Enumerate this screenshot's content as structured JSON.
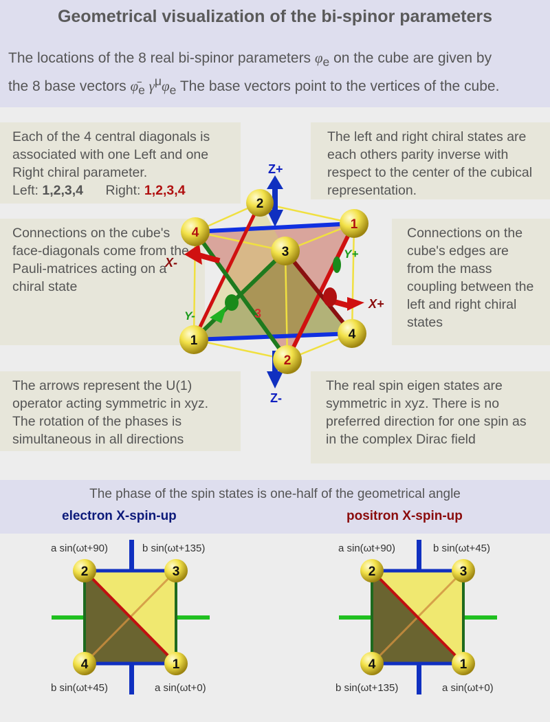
{
  "title": "Geometrical visualization of the bi-spinor parameters",
  "intro": {
    "line1_a": "The locations of the 8 real bi-spinor parameters ",
    "phi": "φ",
    "sub_e": "e",
    "line1_b": " on the cube are given by",
    "line2_a": "the 8 base vectors ",
    "phibar": "φ̄",
    "gamma": "γ",
    "mu": "μ",
    "line2_b": " The base vectors point to the vertices of the cube."
  },
  "boxes": {
    "diagonals": {
      "text": "Each of the 4 central diagonals is associated with one Left and one Right chiral parameter.",
      "left_label": "Left:",
      "left_values": "1,2,3,4",
      "right_label": "Right:",
      "right_values": "1,2,3,4"
    },
    "chiral": "The left and right chiral states are each others parity inverse with respect to the center of the cubical representation.",
    "face": "Connections on the cube's face-diagonals come from the Pauli-matrices acting on a chiral state",
    "edges": "Connections on the cube's edges are from the mass coupling between the left and right chiral states",
    "arrows": "The arrows represent the U(1) operator acting symmetric in xyz. The rotation of the phases is simultaneous in all directions",
    "real": "The real spin eigen states are symmetric in xyz. There is no preferred direction for one spin as in the complex Dirac field"
  },
  "cube": {
    "axes": {
      "zp": "Z+",
      "zm": "Z-",
      "xp": "X+",
      "xm": "X-",
      "yp": "Y+",
      "ym": "Y-"
    },
    "vertices": {
      "top_back": "2",
      "top_left": "4",
      "top_right": "1",
      "top_front": "3",
      "bottom_left": "1",
      "bottom_right": "4",
      "bottom_front": "2",
      "bottom_hidden": "3"
    }
  },
  "phase_caption": "The phase of the spin states is one-half of the geometrical angle",
  "electron": {
    "title": "electron X-spin-up",
    "nodes": [
      "2",
      "3",
      "4",
      "1"
    ],
    "labels": {
      "tl": "a sin(ωt+90)",
      "tr": "b sin(ωt+135)",
      "bl": "b sin(ωt+45)",
      "br": "a sin(ωt+0)"
    }
  },
  "positron": {
    "title": "positron X-spin-up",
    "nodes": [
      "2",
      "3",
      "4",
      "1"
    ],
    "labels": {
      "tl": "a sin(ωt+90)",
      "tr": "b sin(ωt+45)",
      "bl": "b sin(ωt+135)",
      "br": "a sin(ωt+0)"
    }
  },
  "colors": {
    "electron": "#0c1a7a",
    "positron": "#8a0c0c",
    "right_red": "#b01010",
    "sphere": "#f3e24a"
  }
}
